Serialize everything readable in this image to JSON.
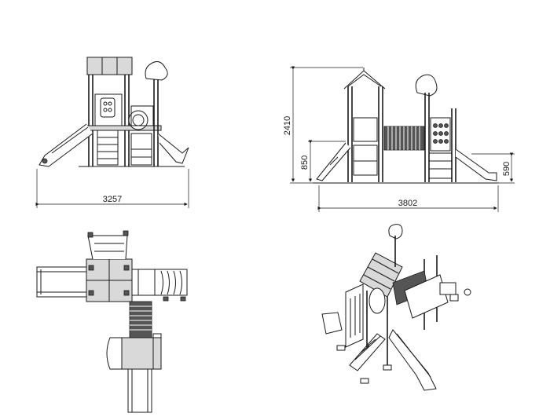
{
  "views": {
    "front": {
      "width_label": "3257"
    },
    "side": {
      "width_label": "3802",
      "height_label": "2410",
      "platform_a_label": "850",
      "platform_b_label": "590"
    }
  }
}
